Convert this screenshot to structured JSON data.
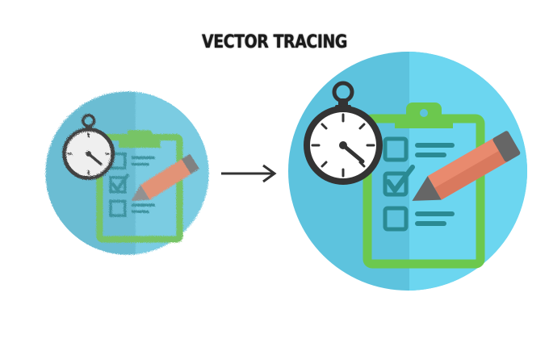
{
  "title": "VECTOR TRACING",
  "illustrations": [
    {
      "name": "raster-checklist-icon",
      "style": "hand-drawn raster"
    },
    {
      "name": "vector-checklist-icon",
      "style": "clean vector"
    }
  ],
  "colors": {
    "circle_blue": "#5fc4df",
    "circle_light": "#6fd5ee",
    "clipboard_green": "#6cc84e",
    "check_teal": "#2a8a93",
    "pencil_orange": "#e98a6e",
    "pencil_gray": "#666666",
    "stopwatch_dark": "#333333",
    "arrow_dark": "#333333"
  }
}
